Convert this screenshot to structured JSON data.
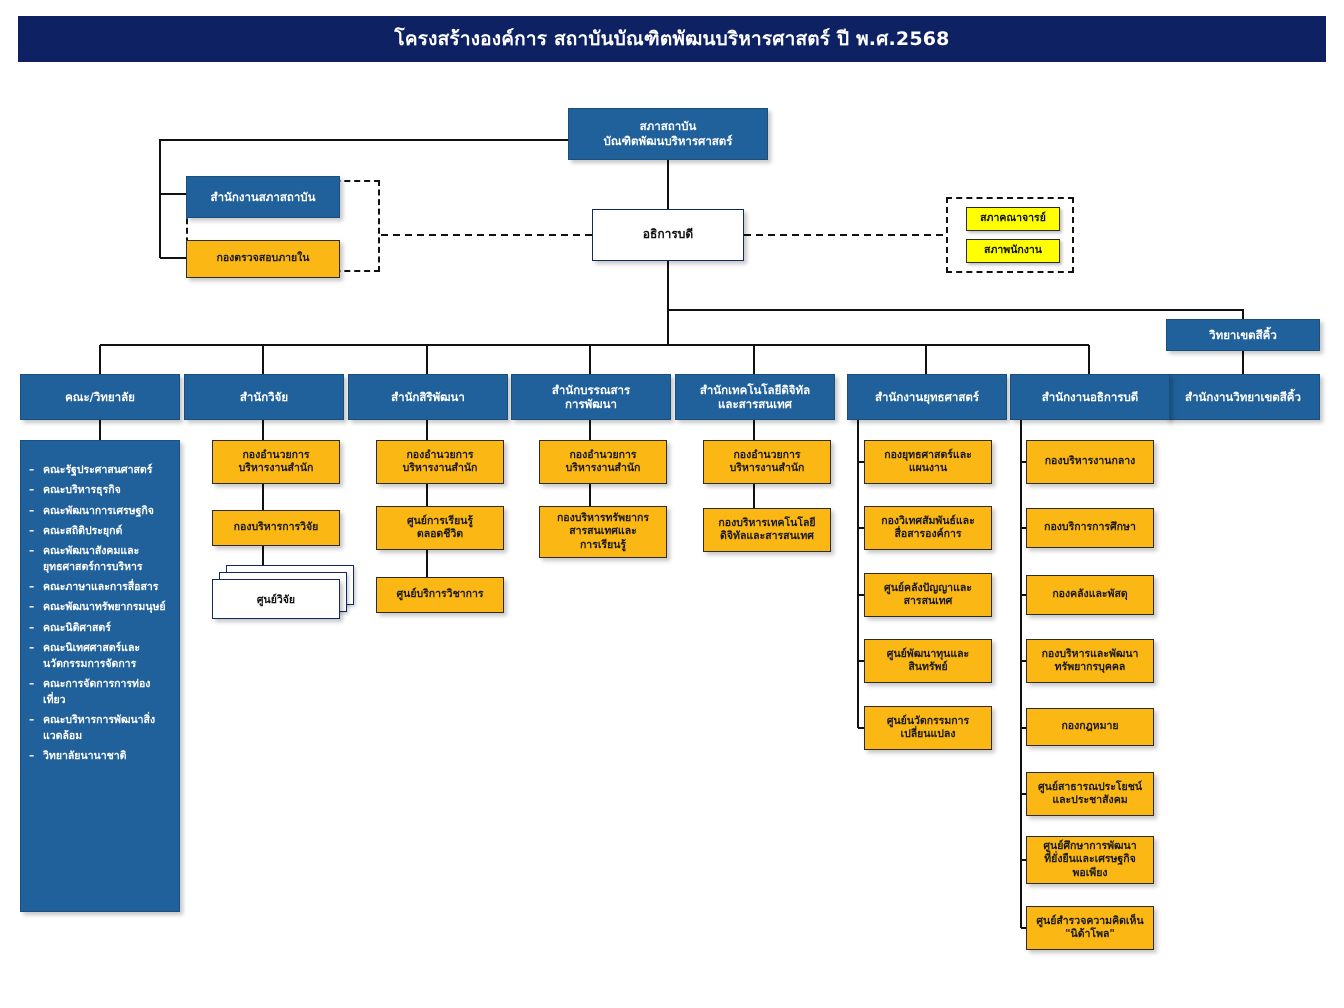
{
  "header": {
    "title": "โครงสร้างองค์การ สถาบันบัณฑิตพัฒนบริหารศาสตร์ ปี พ.ศ.2568",
    "bar_color": "#0d2163"
  },
  "colors": {
    "blue": "#21619b",
    "navy": "#0d2163",
    "amber": "#fbb713",
    "highlight_yellow": "#ffff00",
    "white": "#ffffff",
    "line": "#111111"
  },
  "top": {
    "council": "สภาสถาบัน\nบัณฑิตพัฒนบริหารศาสตร์",
    "council_line1": "สภาสถาบัน",
    "council_line2": "บัณฑิตพัฒนบริหารศาสตร์",
    "council_office": "สำนักงานสภาสถาบัน",
    "internal_audit": "กองตรวจสอบภายใน",
    "president": "อธิการบดี",
    "advisory": [
      {
        "label": "สภาคณาจารย์"
      },
      {
        "label": "สภาพนักงาน"
      }
    ]
  },
  "branch": {
    "campus_head": "วิทยาเขตสีคิ้ว",
    "campus_office": "สำนักงานวิทยาเขตสีคิ้ว"
  },
  "columns": [
    {
      "id": "faculties",
      "head": "คณะ/วิทยาลัย",
      "type": "list",
      "items": [
        "คณะรัฐประศาสนศาสตร์",
        "คณะบริหารธุรกิจ",
        "คณะพัฒนาการเศรษฐกิจ",
        "คณะสถิติประยุกต์",
        "คณะพัฒนาสังคมและยุทธศาสตร์การบริหาร",
        "คณะภาษาและการสื่อสาร",
        "คณะพัฒนาทรัพยากรมนุษย์",
        "คณะนิติศาสตร์",
        "คณะนิเทศศาสตร์และนวัตกรรมการจัดการ",
        "คณะการจัดการการท่องเที่ยว",
        "คณะบริหารการพัฒนาสิ่งแวดล้อม",
        "วิทยาลัยนานาชาติ"
      ]
    },
    {
      "id": "research-office",
      "head": "สำนักวิจัย",
      "type": "boxes",
      "items": [
        {
          "label": "กองอำนวยการ\nบริหารงานสำนัก",
          "style": "yellow"
        },
        {
          "label": "กองบริหารการวิจัย",
          "style": "yellow"
        },
        {
          "label": "ศูนย์วิจัย",
          "style": "stack"
        }
      ]
    },
    {
      "id": "siri-pattana",
      "head": "สำนักสิริพัฒนา",
      "type": "boxes",
      "items": [
        {
          "label": "กองอำนวยการ\nบริหารงานสำนัก",
          "style": "yellow"
        },
        {
          "label": "ศูนย์การเรียนรู้\nตลอดชีวิต",
          "style": "yellow"
        },
        {
          "label": "ศูนย์บริการวิชาการ",
          "style": "yellow"
        }
      ]
    },
    {
      "id": "library",
      "head": "สำนักบรรณสาร\nการพัฒนา",
      "type": "boxes",
      "items": [
        {
          "label": "กองอำนวยการ\nบริหารงานสำนัก",
          "style": "yellow"
        },
        {
          "label": "กองบริหารทรัพยากร\nสารสนเทศและ\nการเรียนรู้",
          "style": "yellow"
        }
      ]
    },
    {
      "id": "digital-tech",
      "head": "สำนักเทคโนโลยีดิจิทัล\nและสารสนเทศ",
      "type": "boxes",
      "items": [
        {
          "label": "กองอำนวยการ\nบริหารงานสำนัก",
          "style": "yellow"
        },
        {
          "label": "กองบริหารเทคโนโลยี\nดิจิทัลและสารสนเทศ",
          "style": "yellow"
        }
      ]
    },
    {
      "id": "strategy-office",
      "head": "สำนักงานยุทธศาสตร์",
      "type": "boxes",
      "items": [
        {
          "label": "กองยุทธศาสตร์และ\nแผนงาน",
          "style": "yellow"
        },
        {
          "label": "กองวิเทศสัมพันธ์และ\nสื่อสารองค์การ",
          "style": "yellow"
        },
        {
          "label": "ศูนย์คลังปัญญาและ\nสารสนเทศ",
          "style": "yellow"
        },
        {
          "label": "ศูนย์พัฒนาทุนและ\nสินทรัพย์",
          "style": "yellow"
        },
        {
          "label": "ศูนย์นวัตกรรมการ\nเปลี่ยนแปลง",
          "style": "yellow"
        }
      ]
    },
    {
      "id": "president-office",
      "head": "สำนักงานอธิการบดี",
      "type": "boxes",
      "items": [
        {
          "label": "กองบริหารงานกลาง",
          "style": "yellow"
        },
        {
          "label": "กองบริการการศึกษา",
          "style": "yellow"
        },
        {
          "label": "กองคลังและพัสดุ",
          "style": "yellow"
        },
        {
          "label": "กองบริหารและพัฒนา\nทรัพยากรบุคคล",
          "style": "yellow"
        },
        {
          "label": "กองกฎหมาย",
          "style": "yellow"
        },
        {
          "label": "ศูนย์สาธารณประโยชน์\nและประชาสังคม",
          "style": "yellow"
        },
        {
          "label": "ศูนย์ศึกษาการพัฒนา\nที่ยั่งยืนและเศรษฐกิจ\nพอเพียง",
          "style": "yellow"
        },
        {
          "label": "ศูนย์สำรวจความคิดเห็น\n\"นิด้าโพล\"",
          "style": "yellow"
        }
      ]
    }
  ]
}
